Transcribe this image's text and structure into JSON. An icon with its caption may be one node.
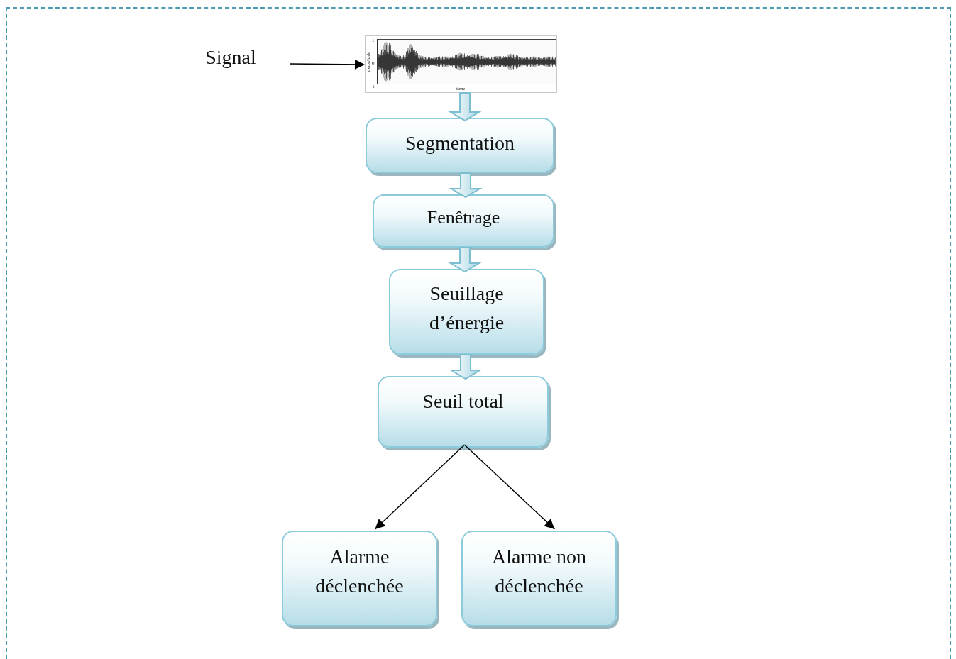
{
  "diagram": {
    "nodes": [
      {
        "text": [
          "Signal"
        ]
      },
      {
        "text": [
          "1",
          "0",
          "-1",
          "amplitude",
          "time"
        ]
      },
      {
        "text": [
          "Segmentation"
        ]
      },
      {
        "text": [
          "Fenêtrage"
        ]
      },
      {
        "text": [
          "Seuillage d’énergie"
        ]
      },
      {
        "text": [
          "Seuil total"
        ]
      },
      {
        "text": [
          "Alarme déclenchée"
        ]
      },
      {
        "text": [
          "Alarme non déclenchée"
        ]
      }
    ],
    "edges": [
      {
        "from": 0,
        "to": 1,
        "arrow": "to"
      },
      {
        "from": 1,
        "to": 2,
        "arrow": "to",
        "style": "thick"
      },
      {
        "from": 2,
        "to": 3,
        "arrow": "to",
        "style": "thick"
      },
      {
        "from": 3,
        "to": 4,
        "arrow": "to",
        "style": "thick"
      },
      {
        "from": 4,
        "to": 5,
        "arrow": "to",
        "style": "thick"
      },
      {
        "from": 5,
        "to": 6,
        "arrow": "to"
      },
      {
        "from": 5,
        "to": 7,
        "arrow": "to"
      }
    ]
  }
}
